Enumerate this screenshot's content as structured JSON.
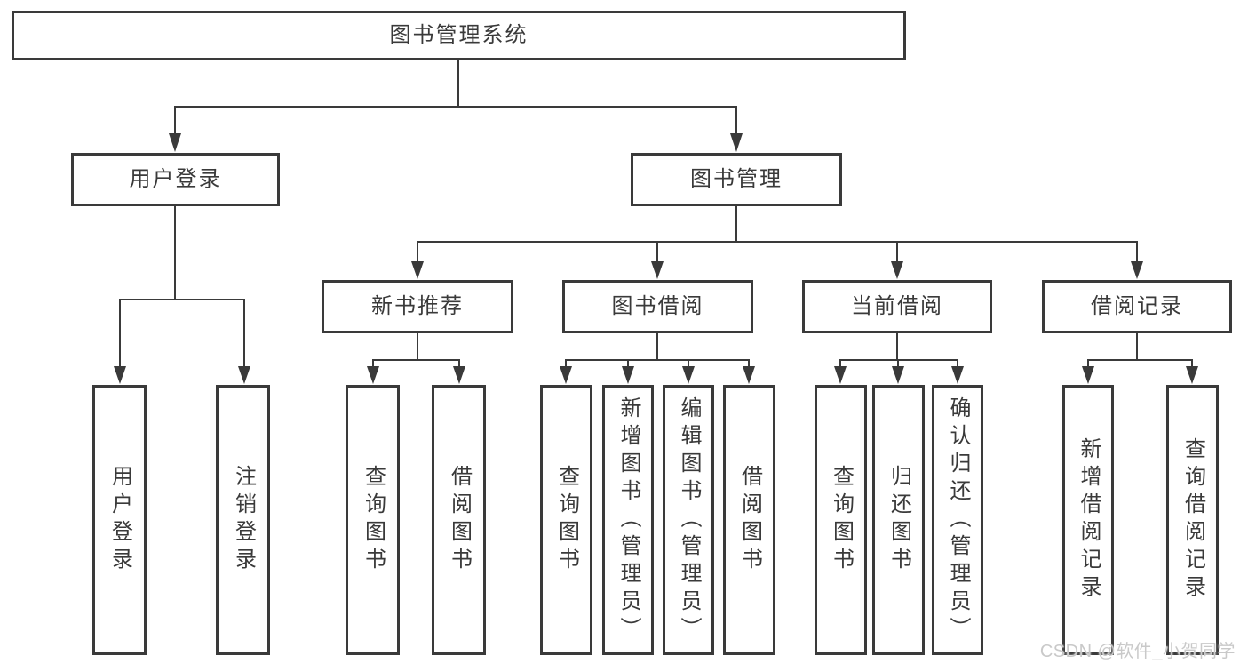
{
  "tree": {
    "root": {
      "label": "图书管理系统"
    },
    "branches": [
      {
        "label": "用户登录",
        "children": [
          {
            "label": "用户登录"
          },
          {
            "label": "注销登录"
          }
        ]
      },
      {
        "label": "图书管理",
        "children": [
          {
            "label": "新书推荐",
            "children": [
              {
                "label": "查询图书"
              },
              {
                "label": "借阅图书"
              }
            ]
          },
          {
            "label": "图书借阅",
            "children": [
              {
                "label": "查询图书"
              },
              {
                "label": "新增图书（管理员）"
              },
              {
                "label": "编辑图书（管理员）"
              },
              {
                "label": "借阅图书"
              }
            ]
          },
          {
            "label": "当前借阅",
            "children": [
              {
                "label": "查询图书"
              },
              {
                "label": "归还图书"
              },
              {
                "label": "确认归还（管理员）"
              }
            ]
          },
          {
            "label": "借阅记录",
            "children": [
              {
                "label": "新增借阅记录"
              },
              {
                "label": "查询借阅记录"
              }
            ]
          }
        ]
      }
    ]
  },
  "watermark": "CSDN @软件_小贺同学",
  "colors": {
    "line": "#3a3a3a",
    "text": "#3a3a3a",
    "watermark": "#c9c9c9"
  }
}
